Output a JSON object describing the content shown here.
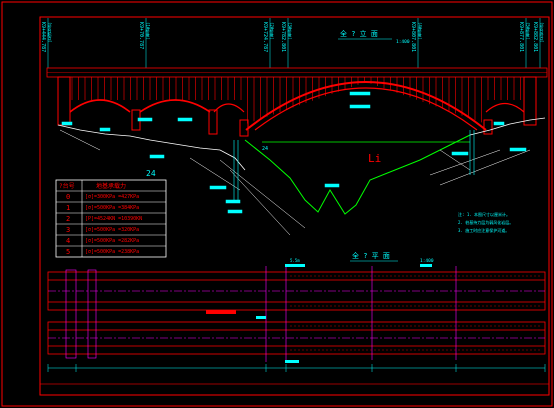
{
  "colors": {
    "background": "#000000",
    "frame": "#ff0000",
    "structure": "#ff0000",
    "dimension": "#00ffff",
    "text": "#00ffff",
    "ground": "#ffffff",
    "water": "#00ff00",
    "accent": "#ff00ff",
    "table_text": "#ff0000",
    "yellow": "#ffff00"
  },
  "titles": {
    "elevation": "全 ? 立 面",
    "plan": "全 ? 平 面"
  },
  "scales": {
    "elevation": "1:400",
    "plan": "1:400"
  },
  "stations": [
    {
      "kp": "K9+444.787",
      "note": "(桥台起点)"
    },
    {
      "kp": "K9+70.787",
      "note": "(1#桥墩)"
    },
    {
      "kp": "K9+724.787",
      "note": "(2#桥墩)"
    },
    {
      "kp": "K9+782.801",
      "note": "(3#桥墩)"
    },
    {
      "kp": "K9+807.801",
      "note": "(4#桥墩)"
    },
    {
      "kp": "K9+877.801",
      "note": "(5#桥墩)"
    },
    {
      "kp": "K9+882.801",
      "note": "(桥台终点)"
    }
  ],
  "labels": {
    "left_pier_mark": "24",
    "river_mark": "Li",
    "span_marks": [
      "24",
      "8",
      "3.5"
    ],
    "plan_dims": [
      "5.5m",
      "1.2m"
    ]
  },
  "table": {
    "header": [
      "?台号",
      "地基承载力"
    ],
    "rows": [
      {
        "no": "0",
        "value": "[σ]=300KPa =427KPa"
      },
      {
        "no": "1",
        "value": "[σ]=500KPa =384KPa"
      },
      {
        "no": "2",
        "value": "[P]=4524KN =10390KN"
      },
      {
        "no": "3",
        "value": "[σ]=500KPa =320KPa"
      },
      {
        "no": "4",
        "value": "[σ]=500KPa =282KPa"
      },
      {
        "no": "5",
        "value": "[σ]=500KPa =238KPa"
      }
    ]
  },
  "notes": [
    "注: 1. 本图尺寸以厘米计。",
    "2. 桩基持力层为弱风化岩层。",
    "3. 施工时应注意保护河道。"
  ]
}
